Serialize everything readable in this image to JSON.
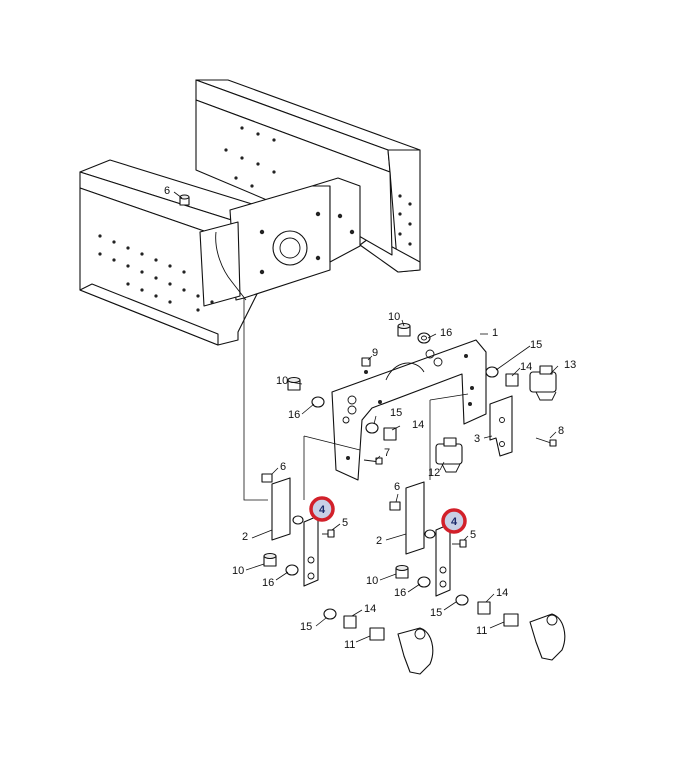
{
  "diagram": {
    "highlight_color": "#d2202a",
    "highlight_fill": "#c8d0e6",
    "callouts": [
      {
        "id": "c-6-top",
        "text": "6"
      },
      {
        "id": "c-10-a",
        "text": "10"
      },
      {
        "id": "c-16-a",
        "text": "16"
      },
      {
        "id": "c-1",
        "text": "1"
      },
      {
        "id": "c-9",
        "text": "9"
      },
      {
        "id": "c-15-a",
        "text": "15"
      },
      {
        "id": "c-14-a",
        "text": "14"
      },
      {
        "id": "c-13",
        "text": "13"
      },
      {
        "id": "c-10-b",
        "text": "10"
      },
      {
        "id": "c-16-b",
        "text": "16"
      },
      {
        "id": "c-15-b",
        "text": "15"
      },
      {
        "id": "c-14-b",
        "text": "14"
      },
      {
        "id": "c-3",
        "text": "3"
      },
      {
        "id": "c-8",
        "text": "8"
      },
      {
        "id": "c-7",
        "text": "7"
      },
      {
        "id": "c-12",
        "text": "12"
      },
      {
        "id": "c-6-left",
        "text": "6"
      },
      {
        "id": "c-6-right",
        "text": "6"
      },
      {
        "id": "c-4-left",
        "text": "4"
      },
      {
        "id": "c-4-right",
        "text": "4"
      },
      {
        "id": "c-5-left",
        "text": "5"
      },
      {
        "id": "c-5-right",
        "text": "5"
      },
      {
        "id": "c-2-left",
        "text": "2"
      },
      {
        "id": "c-2-right",
        "text": "2"
      },
      {
        "id": "c-10-c",
        "text": "10"
      },
      {
        "id": "c-16-c",
        "text": "16"
      },
      {
        "id": "c-10-d",
        "text": "10"
      },
      {
        "id": "c-16-d",
        "text": "16"
      },
      {
        "id": "c-15-c",
        "text": "15"
      },
      {
        "id": "c-14-c",
        "text": "14"
      },
      {
        "id": "c-11-a",
        "text": "11"
      },
      {
        "id": "c-15-d",
        "text": "15"
      },
      {
        "id": "c-14-d",
        "text": "14"
      },
      {
        "id": "c-11-b",
        "text": "11"
      }
    ]
  }
}
